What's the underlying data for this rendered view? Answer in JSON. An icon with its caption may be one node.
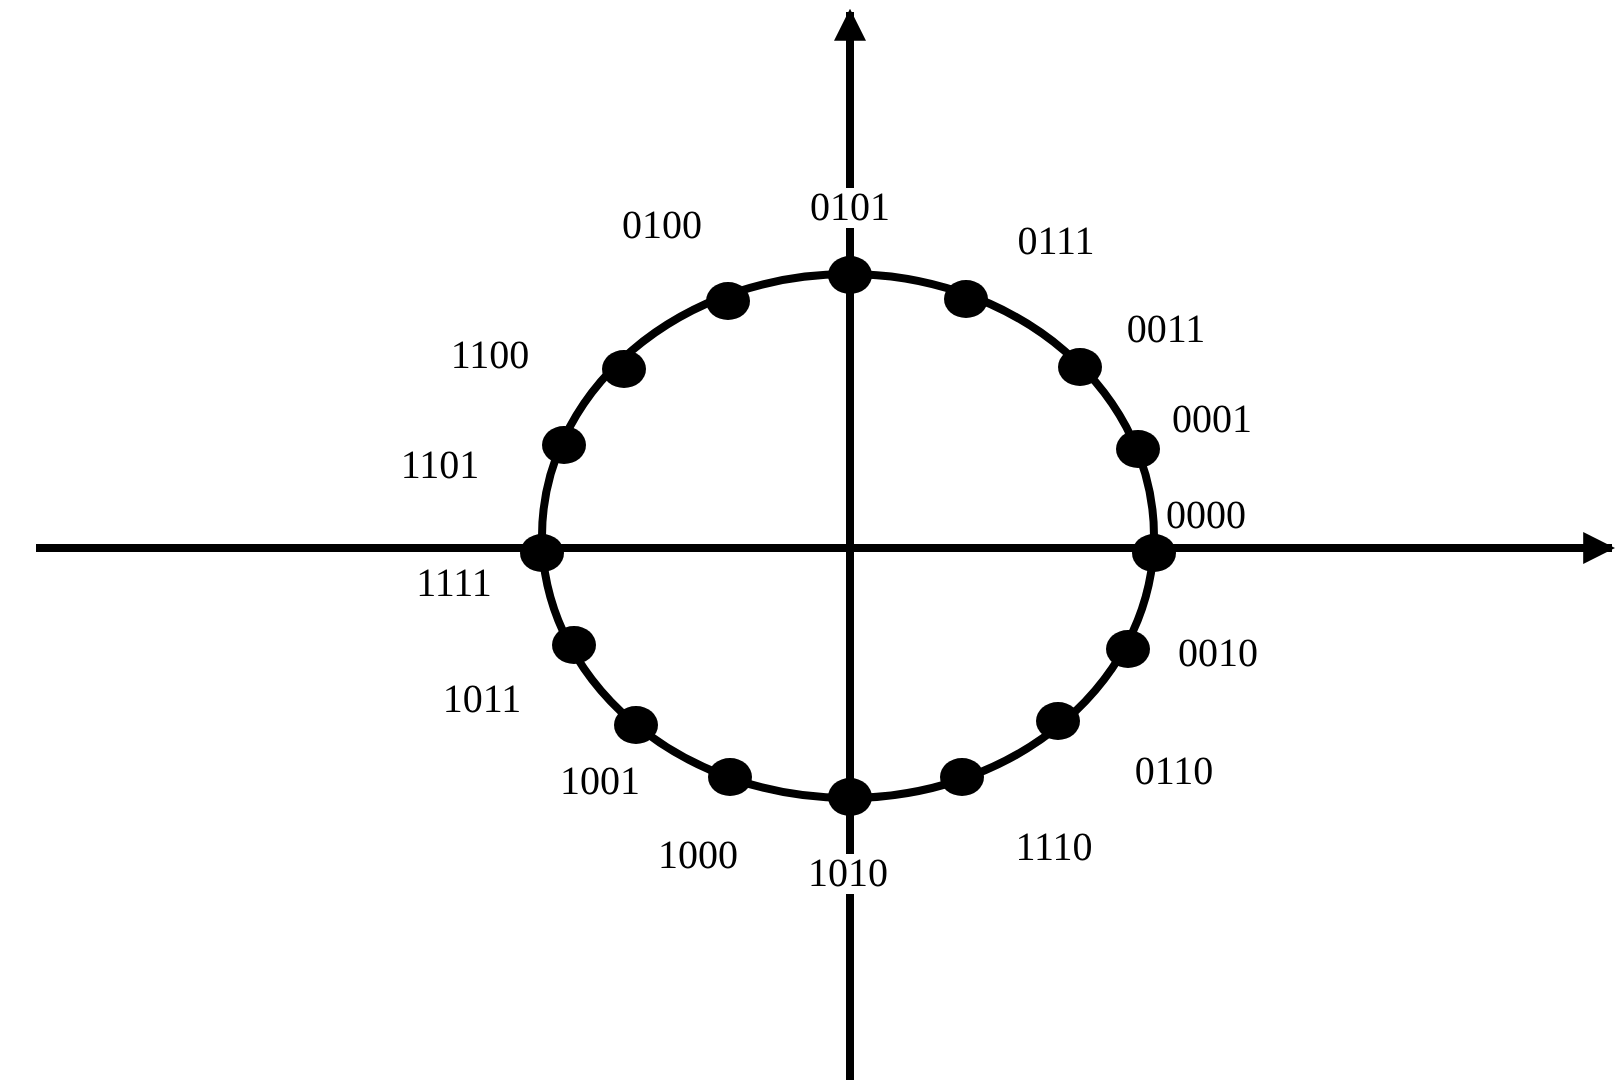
{
  "diagram": {
    "nodes": [
      {
        "text": [],
        "shape": "circle",
        "beside": [
          "0000"
        ]
      },
      {
        "text": [],
        "shape": "circle",
        "beside": [
          "0001"
        ]
      },
      {
        "text": [],
        "shape": "circle",
        "beside": [
          "0011"
        ]
      },
      {
        "text": [],
        "shape": "circle",
        "beside": [
          "0111"
        ]
      },
      {
        "text": [],
        "shape": "circle",
        "beside": [
          "0101"
        ]
      },
      {
        "text": [],
        "shape": "circle",
        "beside": [
          "0100"
        ]
      },
      {
        "text": [],
        "shape": "circle",
        "beside": [
          "1100"
        ]
      },
      {
        "text": [],
        "shape": "circle",
        "beside": [
          "1101"
        ]
      },
      {
        "text": [],
        "shape": "circle",
        "beside": [
          "1111"
        ]
      },
      {
        "text": [],
        "shape": "circle",
        "beside": [
          "1011"
        ]
      },
      {
        "text": [],
        "shape": "circle",
        "beside": [
          "1001"
        ]
      },
      {
        "text": [],
        "shape": "circle",
        "beside": [
          "1000"
        ]
      },
      {
        "text": [],
        "shape": "circle",
        "beside": [
          "1010"
        ]
      },
      {
        "text": [],
        "shape": "circle",
        "beside": [
          "1110"
        ]
      },
      {
        "text": [],
        "shape": "circle",
        "beside": [
          "0110"
        ]
      },
      {
        "text": [],
        "shape": "circle",
        "beside": [
          "0010"
        ]
      }
    ]
  }
}
